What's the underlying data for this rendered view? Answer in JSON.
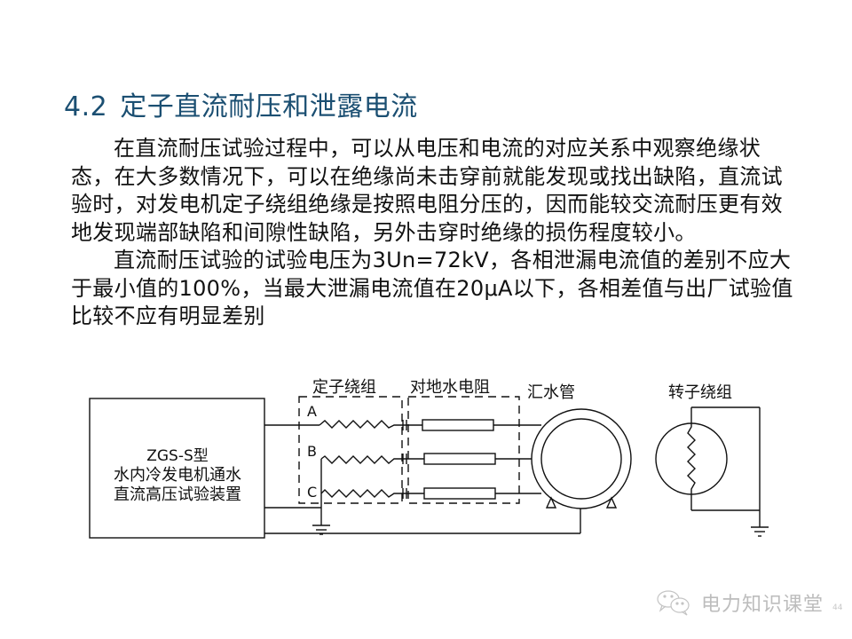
{
  "slide": {
    "title_number": "4.2",
    "title_text": "定子直流耐压和泄露电流",
    "paragraphs": [
      "在直流耐压试验过程中，可以从电压和电流的对应关系中观察绝缘状态，在大多数情况下，可以在绝缘尚未击穿前就能发现或找出缺陷，直流试验时，对发电机定子绕组绝缘是按照电阻分压的，因而能较交流耐压更有效地发现端部缺陷和间隙性缺陷，另外击穿时绝缘的损伤程度较小。",
      "直流耐压试验的试验电压为3Un=72kV，各相泄漏电流值的差别不应大于最小值的100%，当最大泄漏电流值在20μA以下，各相差值与出厂试验值比较不应有明显差别"
    ]
  },
  "diagram": {
    "device_label_line1": "ZGS-S型",
    "device_label_line2": "水内冷发电机通水",
    "device_label_line3": "直流高压试验装置",
    "stator_winding_label": "定子绕组",
    "water_resistance_label": "对地水电阻",
    "manifold_label": "汇水管",
    "rotor_winding_label": "转子绕组",
    "phases": [
      "A",
      "B",
      "C"
    ]
  },
  "watermark": {
    "icon": "wechat-icon",
    "text": "电力知识课堂",
    "page_number": "44"
  },
  "colors": {
    "title": "#1b4f72",
    "text": "#111111",
    "watermark": "#bdbdbd"
  }
}
